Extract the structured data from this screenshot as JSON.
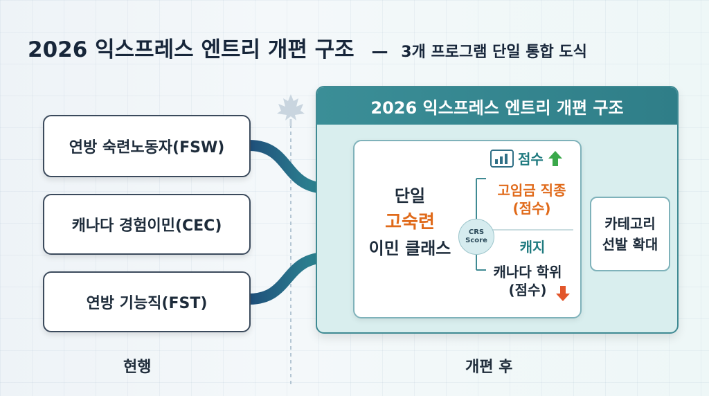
{
  "title": {
    "main": "2026 익스프레스 엔트리 개편 구조",
    "dash": "—",
    "sub": "3개 프로그램 단일 통합 도식"
  },
  "current": {
    "label": "현행",
    "programs": [
      "연방 숙련노동자(FSW)",
      "캐나다 경험이민(CEC)",
      "연방 기능직(FST)"
    ]
  },
  "reformed": {
    "label": "개편 후",
    "panel_title": "2026 익스프레스 엔트리 개편 구조",
    "class_line1": "단일",
    "class_line2": "고숙련",
    "class_line3": "이민 클래스",
    "crs_line1": "CRS",
    "crs_line2": "Score",
    "score_label": "점수",
    "up_item_line1": "고임금 직종",
    "up_item_line2": "(점수)",
    "down_label": "캐지",
    "down_item_line1": "캐나다 학위",
    "down_item_line2": "(점수)",
    "category_line1": "카테고리",
    "category_line2": "선발 확대"
  },
  "colors": {
    "teal": "#2f7e88",
    "orange": "#e06a1a",
    "up_arrow": "#3aa84a",
    "down_arrow": "#e2562b"
  },
  "icons": [
    "maple-leaf-icon",
    "bar-chart-icon",
    "arrow-up-icon",
    "arrow-down-icon"
  ]
}
